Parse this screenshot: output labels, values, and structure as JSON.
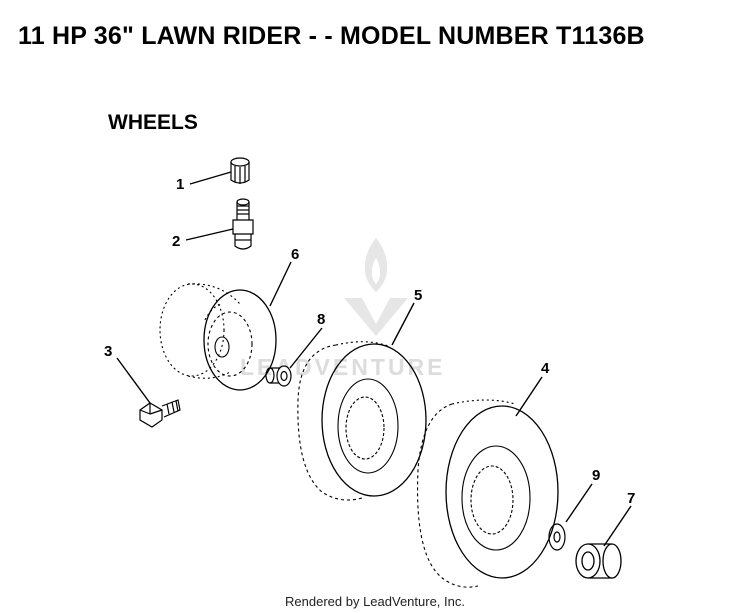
{
  "header": {
    "title": "11 HP 36\" LAWN RIDER - - MODEL NUMBER T1136B"
  },
  "section": {
    "title": "WHEELS"
  },
  "callouts": [
    "1",
    "2",
    "3",
    "4",
    "5",
    "6",
    "7",
    "8",
    "9"
  ],
  "watermark": {
    "text": "LEADVENTURE"
  },
  "footer": {
    "text": "Rendered by LeadVenture, Inc."
  }
}
